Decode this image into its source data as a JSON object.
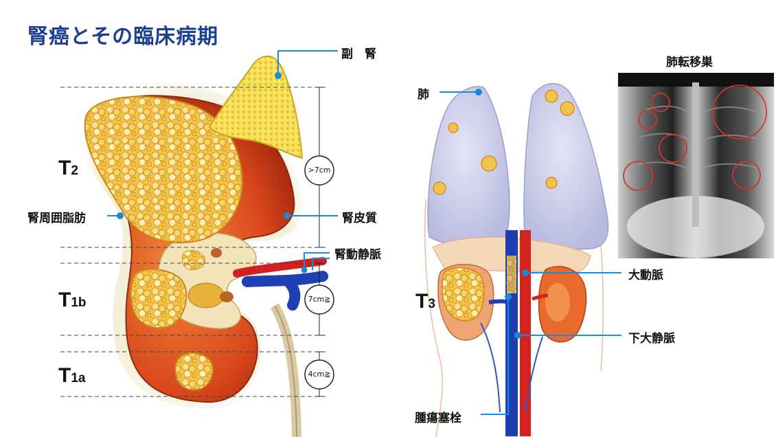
{
  "title": "腎癌とその臨床病期",
  "labels": {
    "adrenal": "副　腎",
    "perirenal_fat": "腎周囲脂肪",
    "renal_cortex": "腎皮質",
    "renal_vessels": "腎動静脈",
    "lung": "肺",
    "lung_metastasis": "肺転移巣",
    "aorta": "大動脈",
    "ivc": "下大静脈",
    "tumor_thrombus": "腫瘍塞栓"
  },
  "stages": {
    "t2": {
      "main": "T",
      "sub": "2"
    },
    "t1b": {
      "main": "T",
      "sub": "1b"
    },
    "t1a": {
      "main": "T",
      "sub": "1a"
    },
    "t3": {
      "main": "T",
      "sub": "3"
    }
  },
  "sizes": {
    "t2": ">7cm",
    "t1b": "7cm≧",
    "t1a": "4cm≧"
  }
}
